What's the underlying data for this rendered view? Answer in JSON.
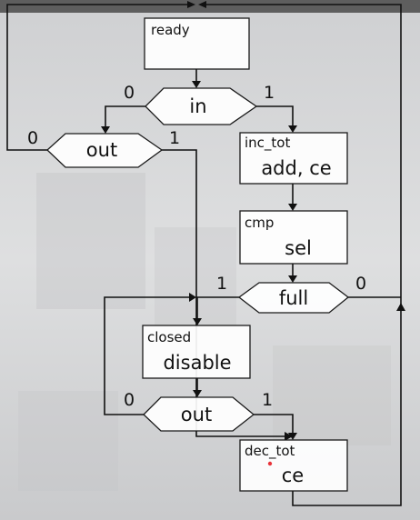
{
  "colors": {
    "background_top_bar": "#4a4a4a",
    "background_photo": "#d9dadb",
    "line": "#111111",
    "box_fill": "#ffffff",
    "pointer_dot": "#e8333a"
  },
  "states": {
    "ready": {
      "name": "ready",
      "action": ""
    },
    "inc_tot": {
      "name": "inc_tot",
      "action": "add, ce"
    },
    "cmp": {
      "name": "cmp",
      "action": "sel"
    },
    "closed": {
      "name": "closed",
      "action": "disable"
    },
    "dec_tot": {
      "name": "dec_tot",
      "action": "ce"
    }
  },
  "decisions": {
    "in": {
      "label": "in",
      "false_label": "0",
      "true_label": "1"
    },
    "out_1": {
      "label": "out",
      "false_label": "0",
      "true_label": "1"
    },
    "full": {
      "label": "full",
      "false_label": "0",
      "true_label": "1"
    },
    "out_2": {
      "label": "out",
      "false_label": "0",
      "true_label": "1"
    }
  }
}
